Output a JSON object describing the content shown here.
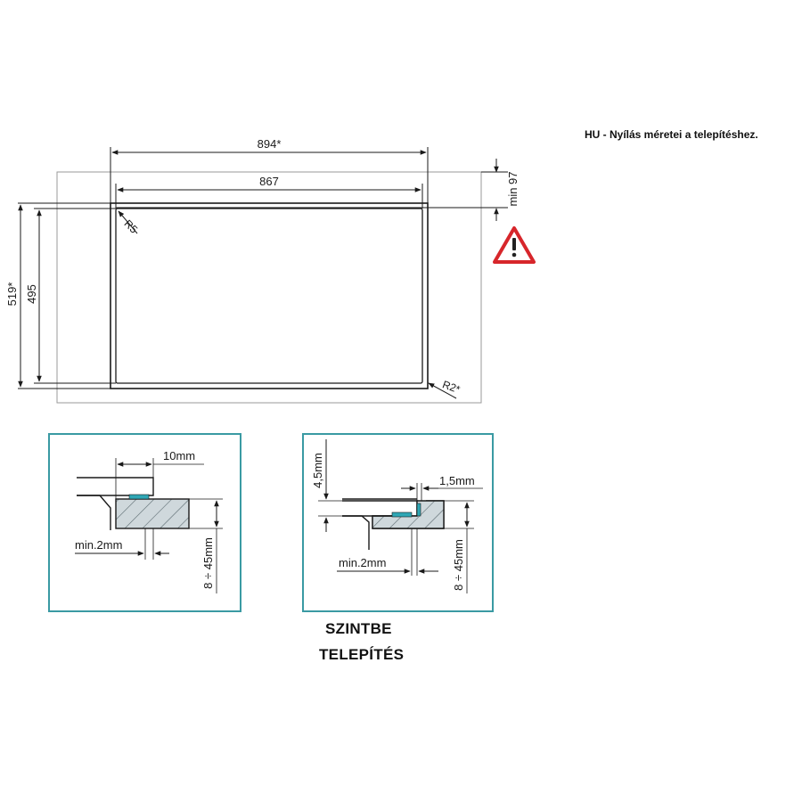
{
  "title": "HU - Nyílás méretei a telepítéshez.",
  "top_view": {
    "dim_outer_width": "894*",
    "dim_inner_width": "867",
    "dim_outer_height": "519*",
    "dim_inner_height": "495",
    "dim_clearance": "min 97",
    "radius_inner": "R5",
    "radius_outer": "R2*"
  },
  "warning_icon": "warning-triangle-icon",
  "detail_left": {
    "dim_overlap": "10mm",
    "dim_gap": "min.2mm",
    "dim_thickness": "8 ÷ 45mm"
  },
  "detail_right": {
    "dim_step": "4,5mm",
    "dim_edge": "1,5mm",
    "dim_gap": "min.2mm",
    "dim_thickness": "8 ÷ 45mm"
  },
  "caption": {
    "line1": "SZINTBE",
    "line2": "TELEPÍTÉS"
  },
  "colors": {
    "frame_border": "#3a9aa3",
    "warning_red": "#d7262b",
    "hatch_fill": "#cfd8dc",
    "seal_fill": "#2fa7b5",
    "line": "#1a1a1a",
    "light_line": "#9a9a9a"
  }
}
